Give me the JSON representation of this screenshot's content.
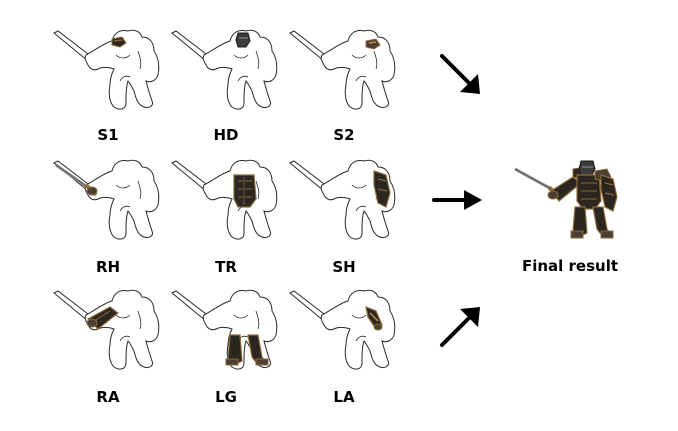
{
  "parts": [
    {
      "label": "S1",
      "part": "shoulder-1"
    },
    {
      "label": "HD",
      "part": "head"
    },
    {
      "label": "S2",
      "part": "shoulder-2"
    },
    {
      "label": "RH",
      "part": "right-hand"
    },
    {
      "label": "TR",
      "part": "torso"
    },
    {
      "label": "SH",
      "part": "shield"
    },
    {
      "label": "RA",
      "part": "right-arm"
    },
    {
      "label": "LG",
      "part": "legs"
    },
    {
      "label": "LA",
      "part": "left-arm"
    }
  ],
  "result": {
    "label": "Final result"
  },
  "colors": {
    "outline": "#2a2a2a",
    "armor_dark": "#2b2620",
    "armor_mid": "#4a3f33",
    "armor_bronze": "#8a6a3a",
    "blade": "#9a9a9a"
  }
}
